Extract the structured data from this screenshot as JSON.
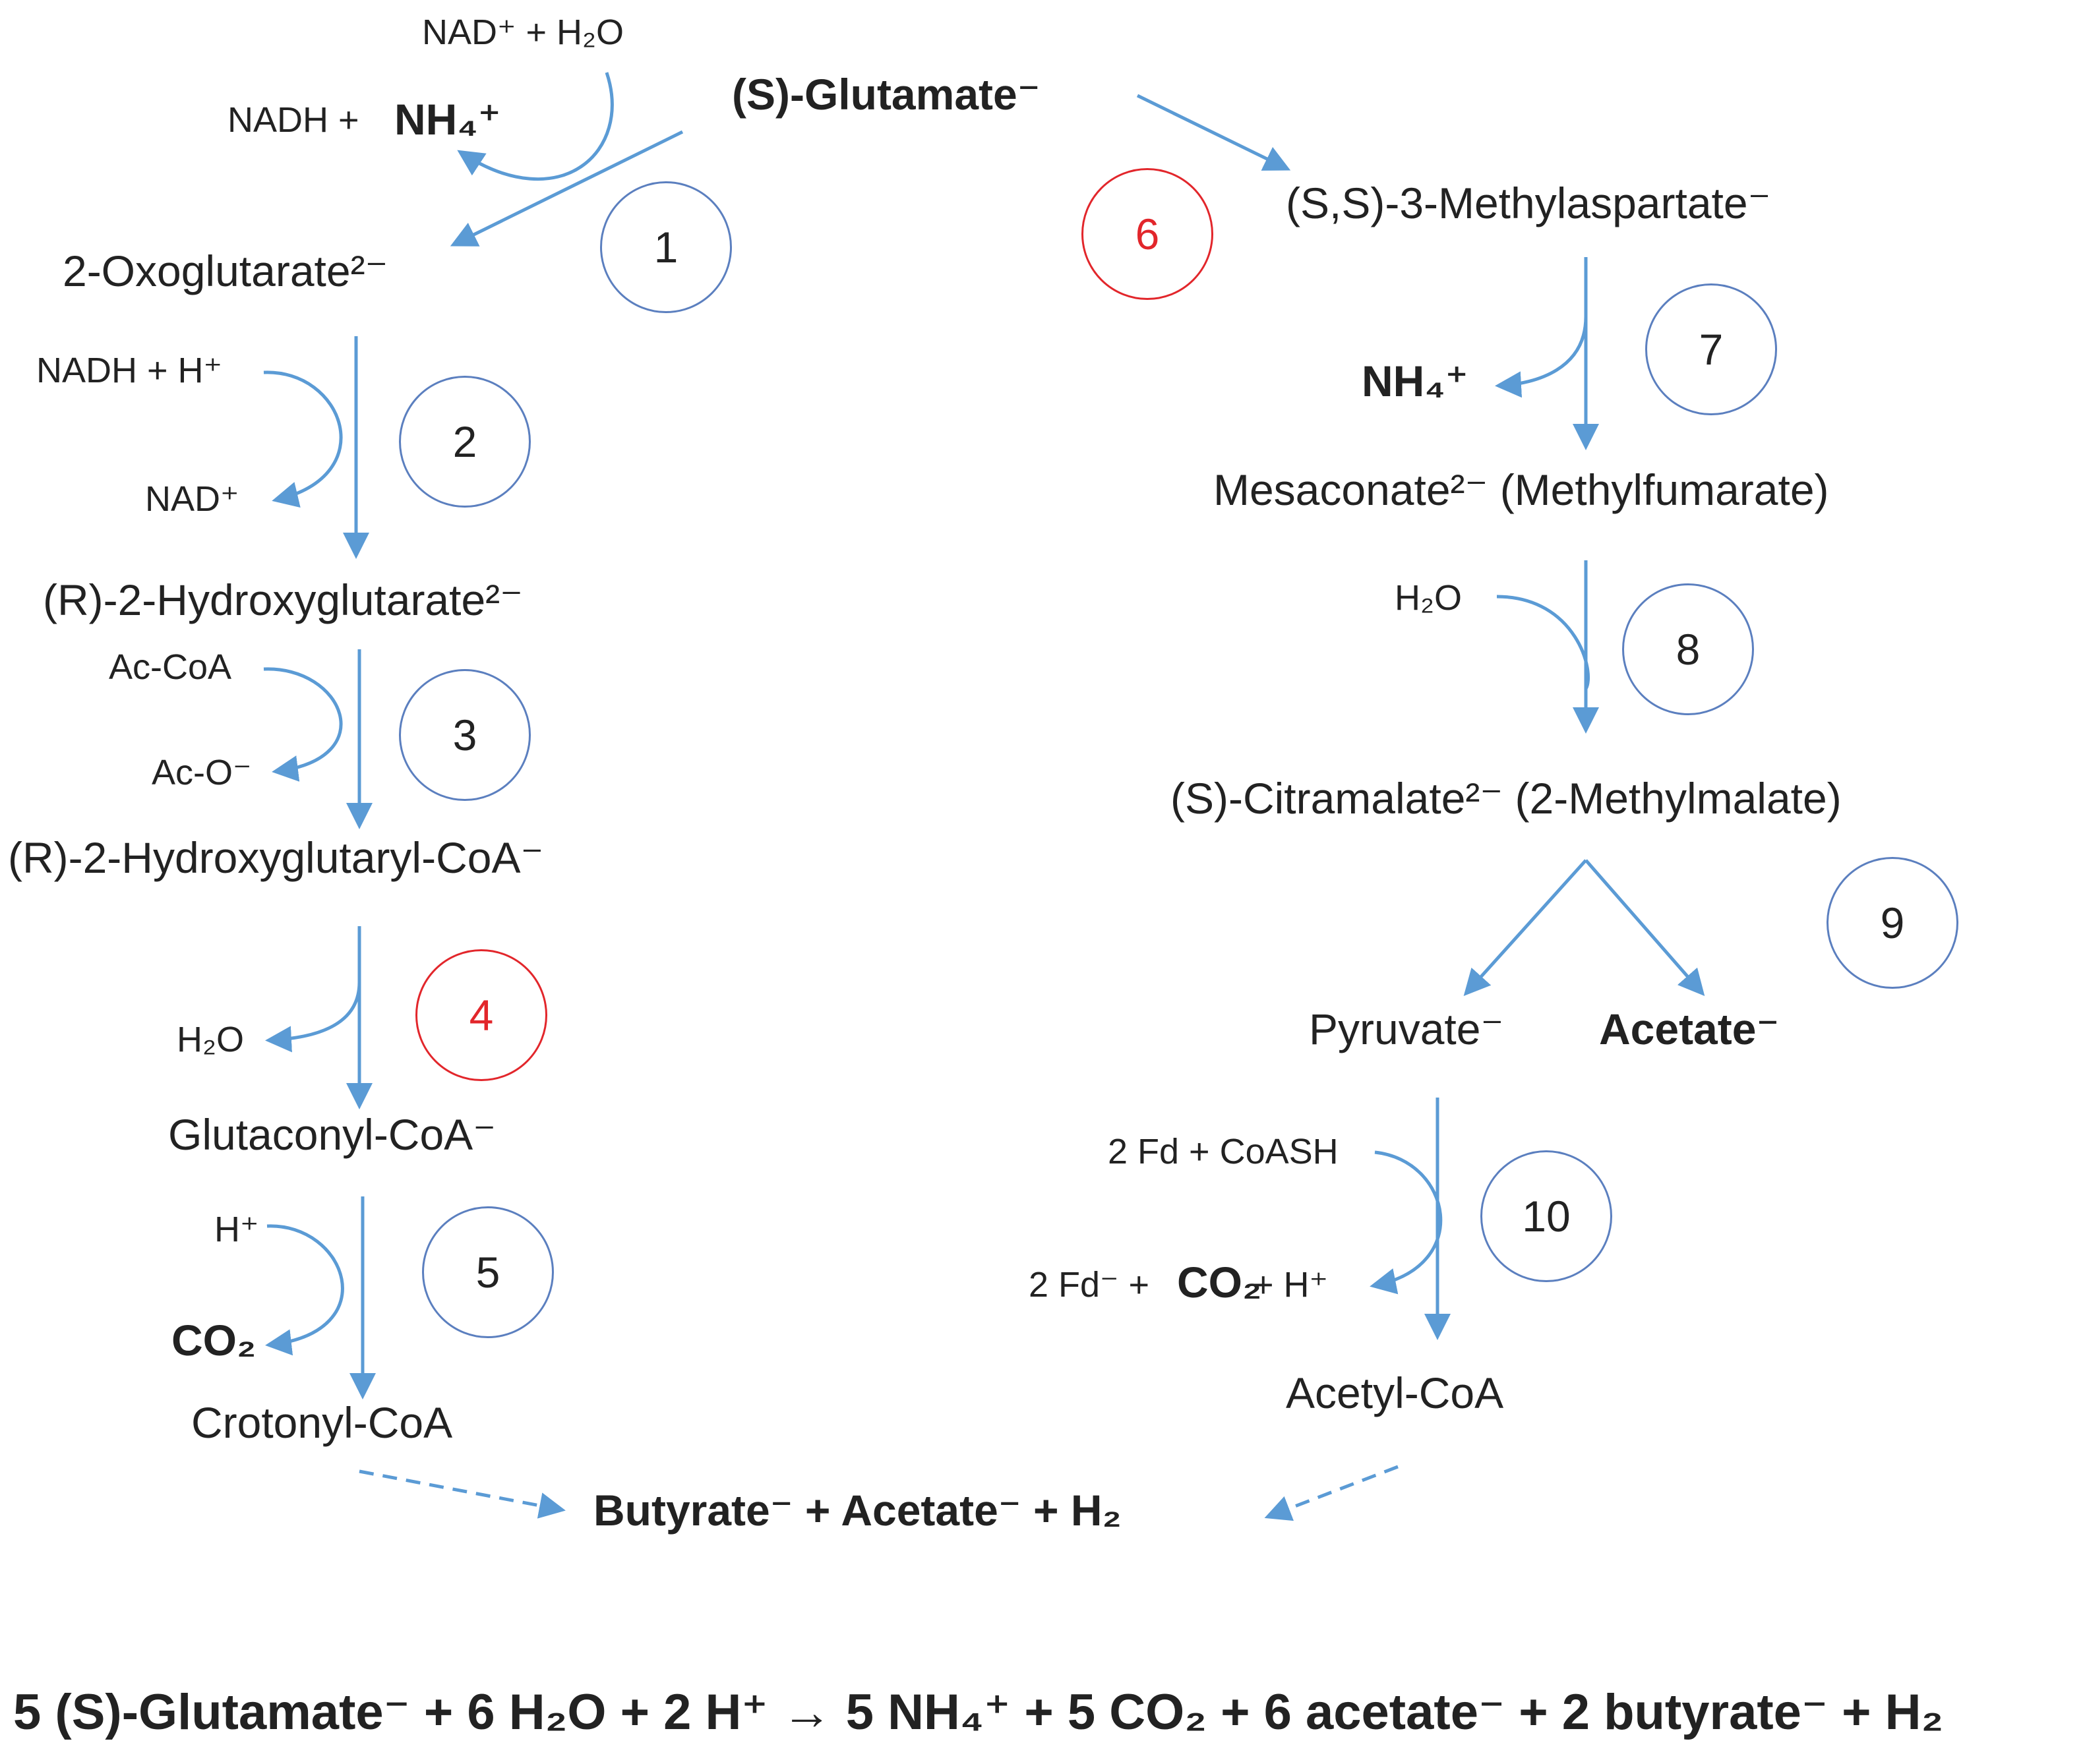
{
  "compounds": {
    "glutamate": "(S)-Glutamate⁻",
    "oxoglutarate": "2-Oxoglutarate²⁻",
    "hydroxyglutarate": "(R)-2-Hydroxyglutarate²⁻",
    "hydroxyglutaryl_coa": "(R)-2-Hydroxyglutaryl-CoA⁻",
    "glutaconyl_coa": "Glutaconyl-CoA⁻",
    "crotonyl_coa": "Crotonyl-CoA",
    "methylaspartate": "(S,S)-3-Methylaspartate⁻",
    "mesaconate": "Mesaconate²⁻ (Methylfumarate)",
    "citramalate": "(S)-Citramalate²⁻ (2-Methylmalate)",
    "pyruvate": "Pyruvate⁻",
    "acetate": "Acetate⁻",
    "acetyl_coa": "Acetyl-CoA",
    "products": "Butyrate⁻ + Acetate⁻ + H₂"
  },
  "cosubstrates": {
    "s1_in": "NAD⁺ + H₂O",
    "s1_out_a": "NADH + ",
    "s1_out_b": "NH₄⁺",
    "s2_in": "NADH + H⁺",
    "s2_out": "NAD⁺",
    "s3_in": "Ac-CoA",
    "s3_out": "Ac-O⁻",
    "s4_out": "H₂O",
    "s5_in": "H⁺",
    "s5_out": "CO₂",
    "s7_out": "NH₄⁺",
    "s8_in": "H₂O",
    "s10_in": "2 Fd + CoASH",
    "s10_out_a": "2 Fd⁻ + ",
    "s10_out_b": "CO₂",
    "s10_out_c": " + H⁺"
  },
  "steps": [
    {
      "label": "1",
      "highlight": false
    },
    {
      "label": "2",
      "highlight": false
    },
    {
      "label": "3",
      "highlight": false
    },
    {
      "label": "4",
      "highlight": true
    },
    {
      "label": "5",
      "highlight": false
    },
    {
      "label": "6",
      "highlight": true
    },
    {
      "label": "7",
      "highlight": false
    },
    {
      "label": "8",
      "highlight": false
    },
    {
      "label": "9",
      "highlight": false
    },
    {
      "label": "10",
      "highlight": false
    }
  ],
  "overall_equation": "5 (S)-Glutamate⁻ + 6 H₂O + 2 H⁺ → 5 NH₄⁺ + 5 CO₂ + 6 acetate⁻ + 2 butyrate⁻ + H₂",
  "colors": {
    "arrow": "#5b9bd5",
    "circle_default": "#5b7fbf",
    "circle_highlight": "#e2262b",
    "text": "#222222"
  }
}
